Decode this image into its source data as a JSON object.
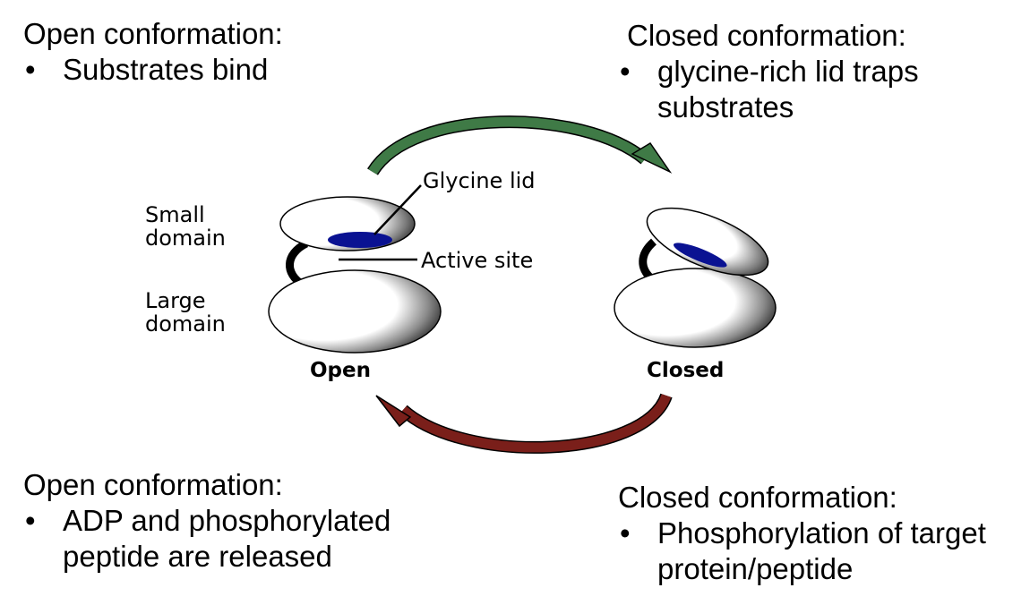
{
  "top_left": {
    "heading": "Open conformation:",
    "bullets": [
      "Substrates bind"
    ]
  },
  "top_right": {
    "heading": "Closed conformation:",
    "bullets": [
      "glycine-rich lid traps substrates"
    ],
    "bullet_lines": [
      "glycine-rich lid traps",
      "substrates"
    ]
  },
  "bottom_left": {
    "heading": "Open conformation:",
    "bullets": [
      "ADP and phosphorylated peptide are released"
    ],
    "bullet_lines": [
      "ADP and phosphorylated",
      "peptide are released"
    ]
  },
  "bottom_right": {
    "heading": "Closed conformation:",
    "bullets": [
      "Phosphorylation of target protein/peptide"
    ],
    "bullet_lines": [
      "Phosphorylation of target",
      "protein/peptide"
    ]
  },
  "diagram": {
    "labels": {
      "small_domain": [
        "Small",
        "domain"
      ],
      "large_domain": [
        "Large",
        "domain"
      ],
      "glycine_lid": "Glycine lid",
      "active_site": "Active site",
      "open": "Open",
      "closed": "Closed"
    },
    "colors": {
      "forward_arrow": "#3f7a46",
      "reverse_arrow": "#7a1f1a",
      "active_site": "#0a1292",
      "domain_shadow": "#000000"
    }
  }
}
